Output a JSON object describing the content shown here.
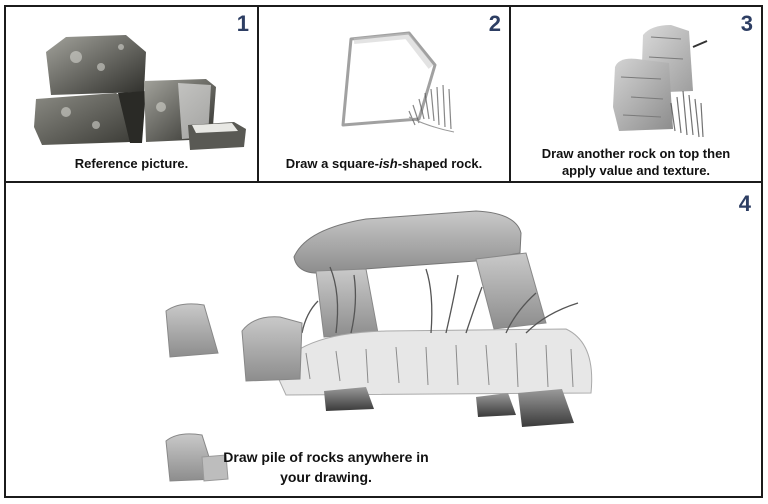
{
  "panels": [
    {
      "number": "1",
      "caption": "Reference picture."
    },
    {
      "number": "2",
      "caption_pre": "Draw a square-",
      "caption_em": "ish",
      "caption_post": "-shaped rock."
    },
    {
      "number": "3",
      "caption_line1": "Draw another rock on top then",
      "caption_line2": "apply value and texture."
    },
    {
      "number": "4",
      "caption_line1": "Draw pile of rocks anywhere in",
      "caption_line2": "your drawing."
    }
  ],
  "colors": {
    "number": "#2d3e63",
    "border": "#1b1b1b"
  }
}
